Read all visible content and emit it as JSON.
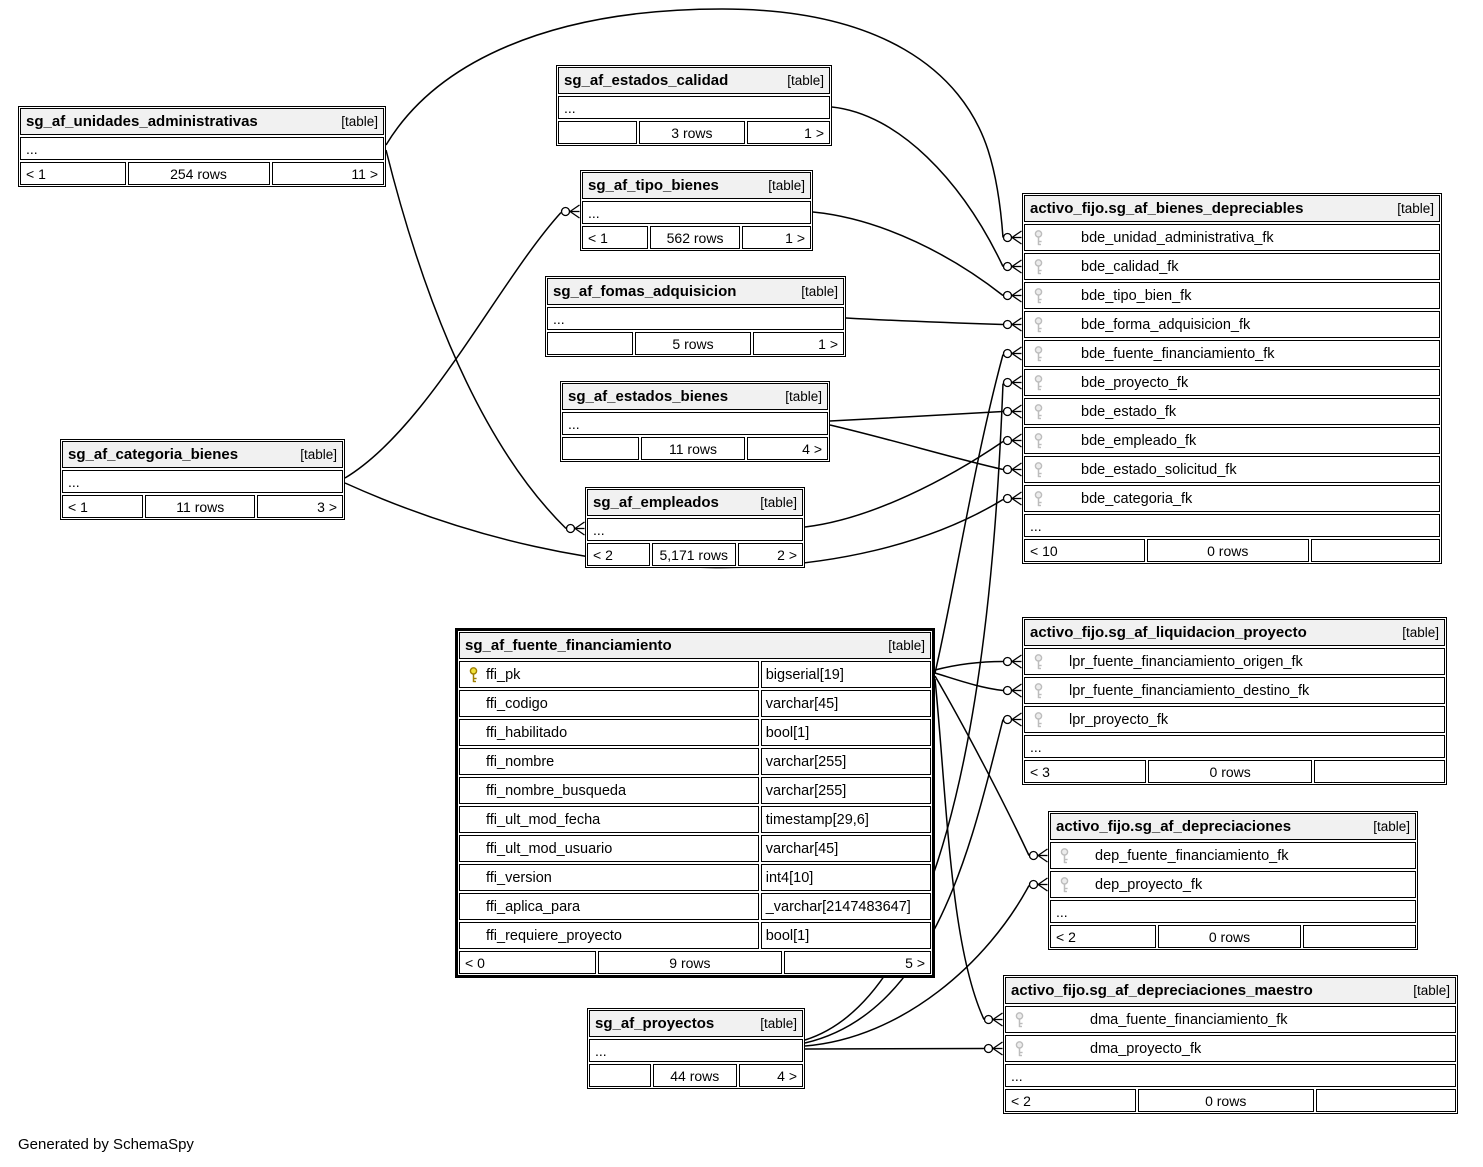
{
  "diagram": {
    "footer_note": "Generated by SchemaSpy",
    "colors": {
      "background": "#ffffff",
      "table_header_bg": "#f1f1f1",
      "border": "#000000",
      "pk_key": "#f0e13c",
      "fk_key": "#c9c9c9",
      "edge": "#000000"
    },
    "tables": [
      {
        "id": "unidades",
        "name": "sg_af_unidades_administrativas",
        "badge": "[table]",
        "ellipsis": "...",
        "footer": {
          "left": "< 1",
          "center": "254 rows",
          "right": "11 >"
        }
      },
      {
        "id": "estados_calidad",
        "name": "sg_af_estados_calidad",
        "badge": "[table]",
        "ellipsis": "...",
        "footer": {
          "left": "",
          "center": "3 rows",
          "right": "1 >"
        }
      },
      {
        "id": "tipo_bienes",
        "name": "sg_af_tipo_bienes",
        "badge": "[table]",
        "ellipsis": "...",
        "footer": {
          "left": "< 1",
          "center": "562 rows",
          "right": "1 >"
        }
      },
      {
        "id": "fomas_adquisicion",
        "name": "sg_af_fomas_adquisicion",
        "badge": "[table]",
        "ellipsis": "...",
        "footer": {
          "left": "",
          "center": "5 rows",
          "right": "1 >"
        }
      },
      {
        "id": "estados_bienes",
        "name": "sg_af_estados_bienes",
        "badge": "[table]",
        "ellipsis": "...",
        "footer": {
          "left": "",
          "center": "11 rows",
          "right": "4 >"
        }
      },
      {
        "id": "categoria_bienes",
        "name": "sg_af_categoria_bienes",
        "badge": "[table]",
        "ellipsis": "...",
        "footer": {
          "left": "< 1",
          "center": "11 rows",
          "right": "3 >"
        }
      },
      {
        "id": "empleados",
        "name": "sg_af_empleados",
        "badge": "[table]",
        "ellipsis": "...",
        "footer": {
          "left": "< 2",
          "center": "5,171 rows",
          "right": "2 >"
        }
      },
      {
        "id": "bienes_depreciables",
        "name": "activo_fijo.sg_af_bienes_depreciables",
        "badge": "[table]",
        "columns": [
          {
            "name": "bde_unidad_administrativa_fk",
            "key": "fk"
          },
          {
            "name": "bde_calidad_fk",
            "key": "fk"
          },
          {
            "name": "bde_tipo_bien_fk",
            "key": "fk"
          },
          {
            "name": "bde_forma_adquisicion_fk",
            "key": "fk"
          },
          {
            "name": "bde_fuente_financiamiento_fk",
            "key": "fk"
          },
          {
            "name": "bde_proyecto_fk",
            "key": "fk"
          },
          {
            "name": "bde_estado_fk",
            "key": "fk"
          },
          {
            "name": "bde_empleado_fk",
            "key": "fk"
          },
          {
            "name": "bde_estado_solicitud_fk",
            "key": "fk"
          },
          {
            "name": "bde_categoria_fk",
            "key": "fk"
          }
        ],
        "ellipsis": "...",
        "footer": {
          "left": "< 10",
          "center": "0 rows",
          "right": ""
        }
      },
      {
        "id": "fuente_financiamiento",
        "name": "sg_af_fuente_financiamiento",
        "badge": "[table]",
        "columns": [
          {
            "name": "ffi_pk",
            "type": "bigserial[19]",
            "key": "pk"
          },
          {
            "name": "ffi_codigo",
            "type": "varchar[45]"
          },
          {
            "name": "ffi_habilitado",
            "type": "bool[1]"
          },
          {
            "name": "ffi_nombre",
            "type": "varchar[255]"
          },
          {
            "name": "ffi_nombre_busqueda",
            "type": "varchar[255]"
          },
          {
            "name": "ffi_ult_mod_fecha",
            "type": "timestamp[29,6]"
          },
          {
            "name": "ffi_ult_mod_usuario",
            "type": "varchar[45]"
          },
          {
            "name": "ffi_version",
            "type": "int4[10]"
          },
          {
            "name": "ffi_aplica_para",
            "type": "_varchar[2147483647]"
          },
          {
            "name": "ffi_requiere_proyecto",
            "type": "bool[1]"
          }
        ],
        "footer": {
          "left": "< 0",
          "center": "9 rows",
          "right": "5 >"
        }
      },
      {
        "id": "liquidacion_proyecto",
        "name": "activo_fijo.sg_af_liquidacion_proyecto",
        "badge": "[table]",
        "columns": [
          {
            "name": "lpr_fuente_financiamiento_origen_fk",
            "key": "fk"
          },
          {
            "name": "lpr_fuente_financiamiento_destino_fk",
            "key": "fk"
          },
          {
            "name": "lpr_proyecto_fk",
            "key": "fk"
          }
        ],
        "ellipsis": "...",
        "footer": {
          "left": "< 3",
          "center": "0 rows",
          "right": ""
        }
      },
      {
        "id": "depreciaciones",
        "name": "activo_fijo.sg_af_depreciaciones",
        "badge": "[table]",
        "columns": [
          {
            "name": "dep_fuente_financiamiento_fk",
            "key": "fk"
          },
          {
            "name": "dep_proyecto_fk",
            "key": "fk"
          }
        ],
        "ellipsis": "...",
        "footer": {
          "left": "< 2",
          "center": "0 rows",
          "right": ""
        }
      },
      {
        "id": "depreciaciones_maestro",
        "name": "activo_fijo.sg_af_depreciaciones_maestro",
        "badge": "[table]",
        "columns": [
          {
            "name": "dma_fuente_financiamiento_fk",
            "key": "fk"
          },
          {
            "name": "dma_proyecto_fk",
            "key": "fk"
          }
        ],
        "ellipsis": "...",
        "footer": {
          "left": "< 2",
          "center": "0 rows",
          "right": ""
        }
      },
      {
        "id": "proyectos",
        "name": "sg_af_proyectos",
        "badge": "[table]",
        "ellipsis": "...",
        "footer": {
          "left": "",
          "center": "44 rows",
          "right": "4 >"
        }
      }
    ],
    "relationships": [
      {
        "parent": "sg_af_unidades_administrativas",
        "child": "activo_fijo.sg_af_bienes_depreciables",
        "child_column": "bde_unidad_administrativa_fk"
      },
      {
        "parent": "sg_af_unidades_administrativas",
        "child": "sg_af_empleados",
        "child_column": ""
      },
      {
        "parent": "sg_af_estados_calidad",
        "child": "activo_fijo.sg_af_bienes_depreciables",
        "child_column": "bde_calidad_fk"
      },
      {
        "parent": "sg_af_tipo_bienes",
        "child": "activo_fijo.sg_af_bienes_depreciables",
        "child_column": "bde_tipo_bien_fk"
      },
      {
        "parent": "sg_af_fomas_adquisicion",
        "child": "activo_fijo.sg_af_bienes_depreciables",
        "child_column": "bde_forma_adquisicion_fk"
      },
      {
        "parent": "sg_af_estados_bienes",
        "child": "activo_fijo.sg_af_bienes_depreciables",
        "child_column": "bde_estado_fk"
      },
      {
        "parent": "sg_af_estados_bienes",
        "child": "activo_fijo.sg_af_bienes_depreciables",
        "child_column": "bde_estado_solicitud_fk"
      },
      {
        "parent": "sg_af_empleados",
        "child": "activo_fijo.sg_af_bienes_depreciables",
        "child_column": "bde_empleado_fk"
      },
      {
        "parent": "sg_af_categoria_bienes",
        "child": "activo_fijo.sg_af_bienes_depreciables",
        "child_column": "bde_categoria_fk"
      },
      {
        "parent": "sg_af_categoria_bienes",
        "child": "sg_af_tipo_bienes",
        "child_column": ""
      },
      {
        "parent": "sg_af_fuente_financiamiento",
        "child": "activo_fijo.sg_af_bienes_depreciables",
        "child_column": "bde_fuente_financiamiento_fk"
      },
      {
        "parent": "sg_af_fuente_financiamiento",
        "child": "activo_fijo.sg_af_liquidacion_proyecto",
        "child_column": "lpr_fuente_financiamiento_origen_fk"
      },
      {
        "parent": "sg_af_fuente_financiamiento",
        "child": "activo_fijo.sg_af_liquidacion_proyecto",
        "child_column": "lpr_fuente_financiamiento_destino_fk"
      },
      {
        "parent": "sg_af_fuente_financiamiento",
        "child": "activo_fijo.sg_af_depreciaciones",
        "child_column": "dep_fuente_financiamiento_fk"
      },
      {
        "parent": "sg_af_fuente_financiamiento",
        "child": "activo_fijo.sg_af_depreciaciones_maestro",
        "child_column": "dma_fuente_financiamiento_fk"
      },
      {
        "parent": "sg_af_proyectos",
        "child": "activo_fijo.sg_af_depreciaciones_maestro",
        "child_column": "dma_proyecto_fk"
      },
      {
        "parent": "sg_af_proyectos",
        "child": "activo_fijo.sg_af_depreciaciones",
        "child_column": "dep_proyecto_fk"
      },
      {
        "parent": "sg_af_proyectos",
        "child": "activo_fijo.sg_af_liquidacion_proyecto",
        "child_column": "lpr_proyecto_fk"
      },
      {
        "parent": "sg_af_proyectos",
        "child": "activo_fijo.sg_af_bienes_depreciables",
        "child_column": "bde_proyecto_fk"
      }
    ]
  }
}
